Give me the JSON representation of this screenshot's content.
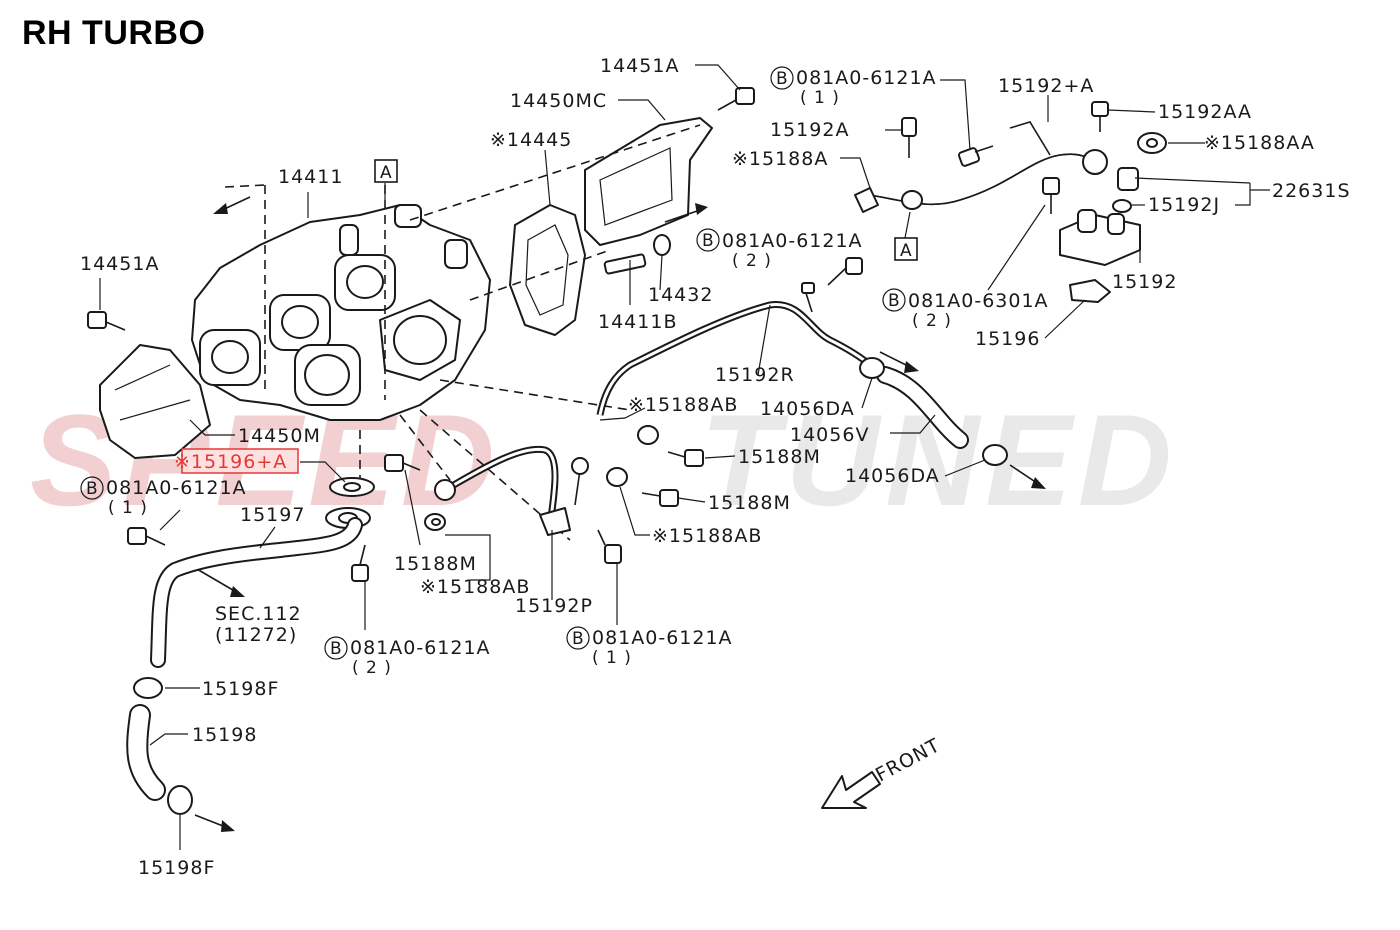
{
  "title": "RH TURBO",
  "watermark": {
    "text": "SPEEDTUNED",
    "left": "SPEED",
    "right": "TUNED",
    "left_color": "#e8a8aa",
    "right_color": "#d8d8d8"
  },
  "highlight_color": "#e53935",
  "labels": {
    "p14451a_top": "14451A",
    "p14450mc": "14450MC",
    "p14445": "※14445",
    "p14411": "14411",
    "box_a1": "A",
    "p14451a_left": "14451A",
    "p14450m": "14450M",
    "p15196a": "※15196+A",
    "b_top_a": "081A0-6121A",
    "b_top_a_qty": "( 1 )",
    "p15192plusa": "15192+A",
    "p15192aa": "15192AA",
    "p15188aa": "※15188AA",
    "p15192a": "15192A",
    "p15188a": "※15188A",
    "p22631s": "22631S",
    "p15192j": "15192J",
    "b_mid": "081A0-6121A",
    "b_mid_qty": "( 2 )",
    "box_a2": "A",
    "p14432": "14432",
    "p14411b": "14411B",
    "p15192": "15192",
    "b_6301": "081A0-6301A",
    "b_6301_qty": "( 2 )",
    "p15196": "15196",
    "p15192r": "15192R",
    "p14056da_top": "14056DA",
    "p15188ab_1": "※15188AB",
    "p14056v": "14056V",
    "p15188m_right1": "15188M",
    "p14056da_bot": "14056DA",
    "p15188m_right2": "15188M",
    "p15188ab_2": "※15188AB",
    "b_left": "081A0-6121A",
    "b_left_qty": "( 1 )",
    "p15197": "15197",
    "p15188m_center": "15188M",
    "p15188ab_3": "※15188AB",
    "sec_112": "SEC.112",
    "sec_112_ref": "(11272)",
    "p15192p": "15192P",
    "b_bottom_center": "081A0-6121A",
    "b_bottom_center_qty": "( 1 )",
    "b_bottom_left": "081A0-6121A",
    "b_bottom_left_qty": "( 2 )",
    "p15198f_top": "15198F",
    "p15198": "15198",
    "p15198f_bot": "15198F",
    "front": "FRONT",
    "circle_b": "B"
  }
}
